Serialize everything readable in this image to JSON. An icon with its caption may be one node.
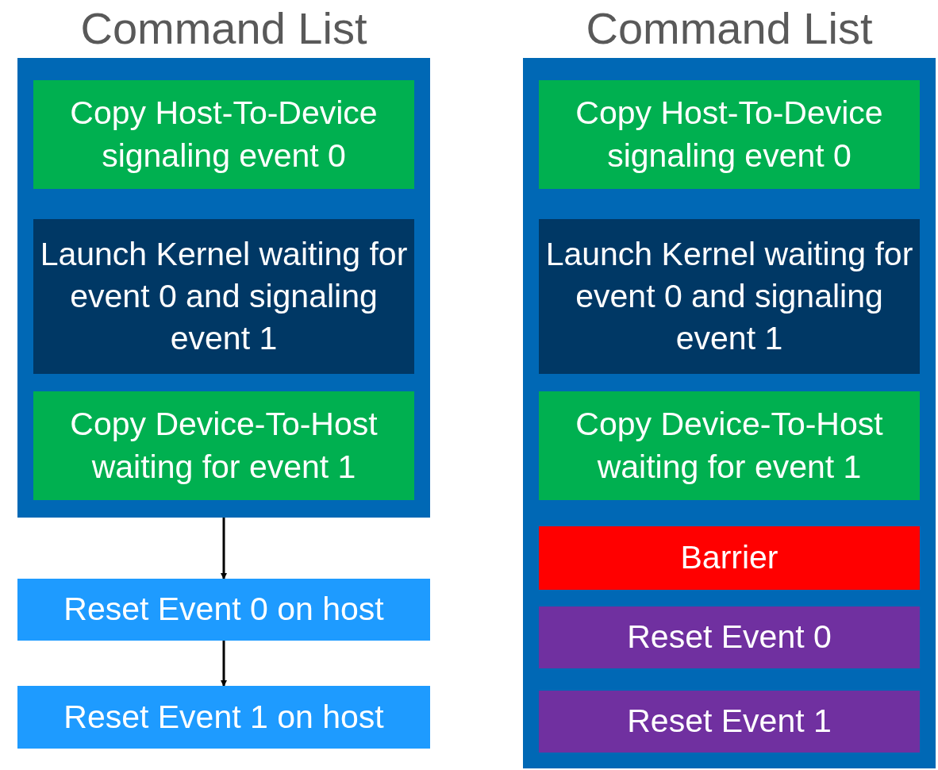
{
  "diagram": {
    "nodes": [
      {
        "text": [
          "Command List"
        ]
      },
      {
        "text": [
          "Copy Host-To-Device signaling event 0"
        ],
        "in": 0
      },
      {
        "text": [
          "Launch Kernel waiting for event 0 and signaling event 1"
        ],
        "in": 0
      },
      {
        "text": [
          "Copy Device-To-Host waiting for event 1"
        ],
        "in": 0
      },
      {
        "text": [
          "Reset Event 0 on host"
        ]
      },
      {
        "text": [
          "Reset Event 1 on host"
        ]
      },
      {
        "text": [
          "Command List"
        ]
      },
      {
        "text": [
          "Copy Host-To-Device signaling event 0"
        ],
        "in": 6
      },
      {
        "text": [
          "Launch Kernel waiting for event 0 and signaling event 1"
        ],
        "in": 6
      },
      {
        "text": [
          "Copy Device-To-Host waiting for event 1"
        ],
        "in": 6
      },
      {
        "text": [
          "Barrier"
        ],
        "in": 6
      },
      {
        "text": [
          "Reset Event 0"
        ],
        "in": 6
      },
      {
        "text": [
          "Reset Event 1"
        ],
        "in": 6
      }
    ],
    "edges": [
      {
        "from": 0,
        "to": 4,
        "arrow": "to"
      },
      {
        "from": 4,
        "to": 5,
        "arrow": "to"
      }
    ]
  }
}
